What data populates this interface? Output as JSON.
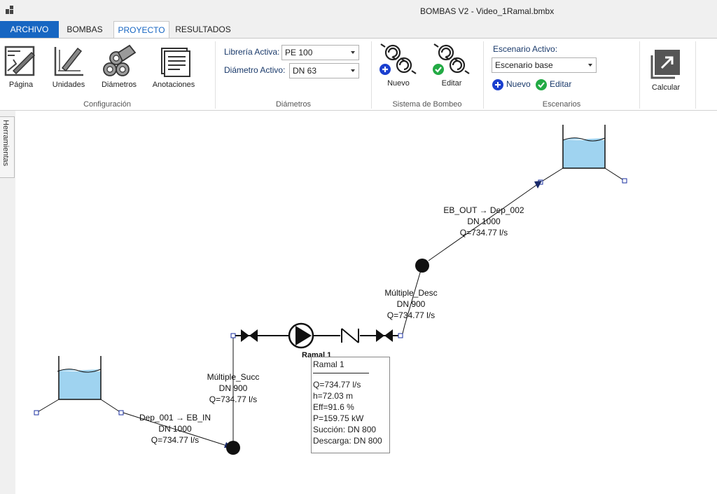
{
  "window": {
    "title": "BOMBAS V2 - Video_1Ramal.bmbx"
  },
  "tabs": [
    {
      "label": "ARCHIVO"
    },
    {
      "label": "BOMBAS"
    },
    {
      "label": "PROYECTO"
    },
    {
      "label": "RESULTADOS"
    }
  ],
  "ribbon": {
    "config": {
      "title": "Configuración",
      "buttons": [
        {
          "label": "Página",
          "icon": "page-setup-icon"
        },
        {
          "label": "Unidades",
          "icon": "units-icon"
        },
        {
          "label": "Diámetros",
          "icon": "pipes-icon"
        },
        {
          "label": "Anotaciones",
          "icon": "notes-icon"
        }
      ]
    },
    "diametros": {
      "title": "Diámetros",
      "library_label": "Librería Activa:",
      "library_value": "PE 100",
      "diameter_label": "Diámetro Activo:",
      "diameter_value": "DN 63"
    },
    "sistema": {
      "title": "Sistema de Bombeo",
      "new_label": "Nuevo",
      "edit_label": "Editar"
    },
    "escenarios": {
      "title": "Escenarios",
      "active_label": "Escenario Activo:",
      "active_value": "Escenario base",
      "new_label": "Nuevo",
      "edit_label": "Editar"
    },
    "calcular": {
      "label": "Calcular"
    }
  },
  "side_panel": {
    "label": "Herramientas"
  },
  "canvas": {
    "pipes": [
      {
        "lines": [
          "Dep_001 → EB_IN",
          "DN 1000",
          "Q=734.77 l/s"
        ]
      },
      {
        "lines": [
          "Múltiple_Succ",
          "DN 900",
          "Q=734.77 l/s"
        ]
      },
      {
        "lines": [
          "Múltiple_Desc",
          "DN 900",
          "Q=734.77 l/s"
        ]
      },
      {
        "lines": [
          "EB_OUT → Dep_002",
          "DN 1000",
          "Q=734.77 l/s"
        ]
      }
    ],
    "pump": {
      "name": "Ramal 1",
      "box_title": "Ramal 1",
      "details": [
        "Q=734.77 l/s",
        "h=72.03 m",
        "Eff=91.6 %",
        "P=159.75 kW",
        "Succión: DN 800",
        "Descarga: DN 800"
      ]
    }
  },
  "colors": {
    "accent": "#1766c2",
    "water": "#9fd3f0",
    "ok_green": "#22aa44",
    "add_blue": "#1a3fcf"
  }
}
